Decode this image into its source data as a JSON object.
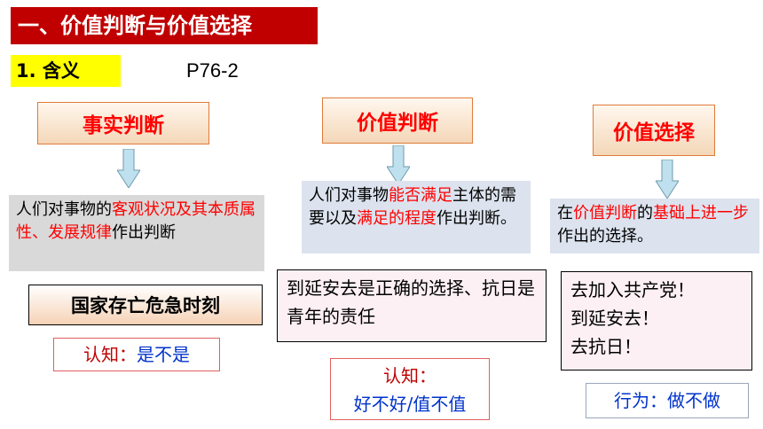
{
  "header": {
    "title": "一、价值判断与价值选择"
  },
  "subheading": {
    "label": "1. 含义",
    "page_ref": "P76-2"
  },
  "columns": [
    {
      "category": "事实判断",
      "definition": {
        "p1": "人们对事物的",
        "h1": "客观状况及其本质属性、发展规律",
        "p2": "作出判断"
      },
      "example": "国家存亡危急时刻",
      "note": {
        "label": "认知：",
        "value": "是不是"
      }
    },
    {
      "category": "价值判断",
      "definition": {
        "p1": "人们对事物",
        "h1": "能否满足",
        "p2": "主体的需要以及",
        "h2": "满足的程度",
        "p3": "作出判断。"
      },
      "example": "到延安去是正确的选择、抗日是青年的责任",
      "note": {
        "label": "认知：",
        "value": "好不好/值不值"
      }
    },
    {
      "category": "价值选择",
      "definition": {
        "p1": "在",
        "h1": "价值判断",
        "p2": "的",
        "h2": "基础上进一步",
        "p3": "作出的选择。"
      },
      "example": {
        "l1": "去加入共产党！",
        "l2": "到延安去！",
        "l3": "去抗日！"
      },
      "note": {
        "label": "行为：",
        "value": "做不做"
      }
    }
  ],
  "colors": {
    "header_bg": "#c00000",
    "highlight": "#ffff00",
    "emphasis": "#ff0000",
    "note_value": "#0033cc"
  }
}
